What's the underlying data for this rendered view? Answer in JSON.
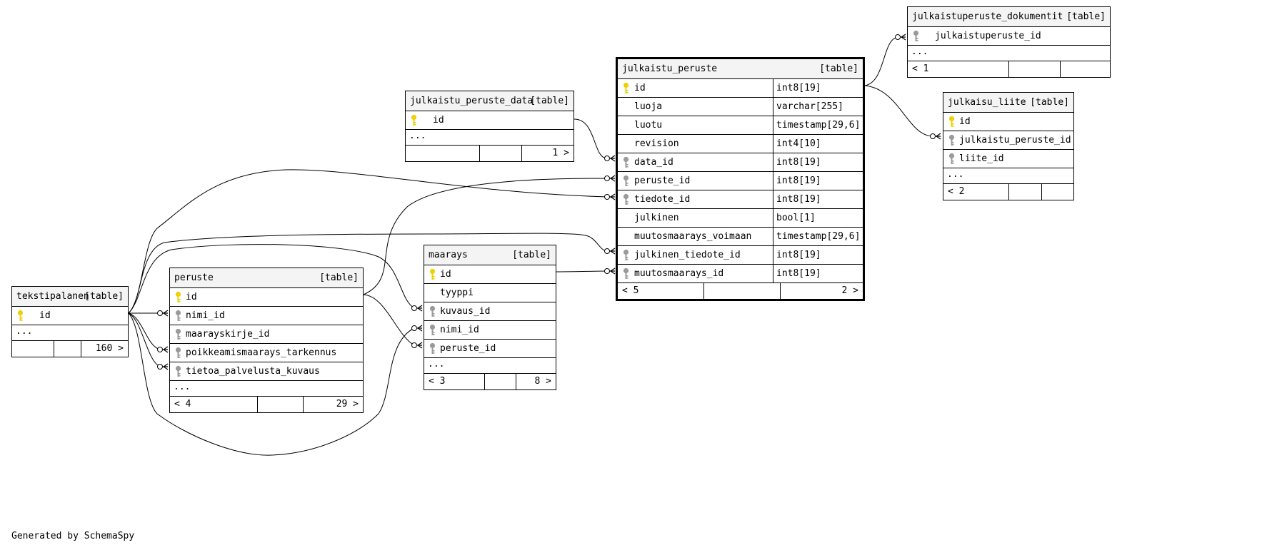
{
  "footer": "Generated by SchemaSpy",
  "colors": {
    "pk": "#f0d000",
    "fk": "#9a9a9a",
    "line": "#000000",
    "header": "#f4f4f4"
  },
  "icons": {
    "primary_key": "key-icon",
    "foreign_key": "key-icon"
  },
  "tables": {
    "tekstipalanen": {
      "name": "tekstipalanen",
      "kind": "[table]",
      "columns": [
        {
          "name": "id",
          "key": "pk"
        }
      ],
      "ellipsis": "...",
      "footer": [
        "",
        "",
        "160 >"
      ]
    },
    "peruste": {
      "name": "peruste",
      "kind": "[table]",
      "columns": [
        {
          "name": "id",
          "key": "pk"
        },
        {
          "name": "nimi_id",
          "key": "fk"
        },
        {
          "name": "maarayskirje_id",
          "key": "fk"
        },
        {
          "name": "poikkeamismaarays_tarkennus",
          "key": "fk"
        },
        {
          "name": "tietoa_palvelusta_kuvaus",
          "key": "fk"
        }
      ],
      "ellipsis": "...",
      "footer": [
        "< 4",
        "",
        "29 >"
      ]
    },
    "julkaistu_peruste_data": {
      "name": "julkaistu_peruste_data",
      "kind": "[table]",
      "columns": [
        {
          "name": "id",
          "key": "pk"
        }
      ],
      "ellipsis": "...",
      "footer": [
        "",
        "",
        "1 >"
      ]
    },
    "maarays": {
      "name": "maarays",
      "kind": "[table]",
      "columns": [
        {
          "name": "id",
          "key": "pk"
        },
        {
          "name": "tyyppi",
          "key": ""
        },
        {
          "name": "kuvaus_id",
          "key": "fk"
        },
        {
          "name": "nimi_id",
          "key": "fk"
        },
        {
          "name": "peruste_id",
          "key": "fk"
        }
      ],
      "ellipsis": "...",
      "footer": [
        "< 3",
        "",
        "8 >"
      ]
    },
    "julkaistu_peruste": {
      "name": "julkaistu_peruste",
      "kind": "[table]",
      "columns": [
        {
          "name": "id",
          "key": "pk",
          "type": "int8[19]"
        },
        {
          "name": "luoja",
          "key": "",
          "type": "varchar[255]"
        },
        {
          "name": "luotu",
          "key": "",
          "type": "timestamp[29,6]"
        },
        {
          "name": "revision",
          "key": "",
          "type": "int4[10]"
        },
        {
          "name": "data_id",
          "key": "fk",
          "type": "int8[19]"
        },
        {
          "name": "peruste_id",
          "key": "fk",
          "type": "int8[19]"
        },
        {
          "name": "tiedote_id",
          "key": "fk",
          "type": "int8[19]"
        },
        {
          "name": "julkinen",
          "key": "",
          "type": "bool[1]"
        },
        {
          "name": "muutosmaarays_voimaan",
          "key": "",
          "type": "timestamp[29,6]"
        },
        {
          "name": "julkinen_tiedote_id",
          "key": "fk",
          "type": "int8[19]"
        },
        {
          "name": "muutosmaarays_id",
          "key": "fk",
          "type": "int8[19]"
        }
      ],
      "footer": [
        "< 5",
        "",
        "2 >"
      ]
    },
    "julkaistuperuste_dokumentit": {
      "name": "julkaistuperuste_dokumentit",
      "kind": "[table]",
      "columns": [
        {
          "name": "julkaistuperuste_id",
          "key": "fk"
        }
      ],
      "ellipsis": "...",
      "footer": [
        "< 1",
        "",
        ""
      ]
    },
    "julkaisu_liite": {
      "name": "julkaisu_liite",
      "kind": "[table]",
      "columns": [
        {
          "name": "id",
          "key": "pk"
        },
        {
          "name": "julkaistu_peruste_id",
          "key": "fk"
        },
        {
          "name": "liite_id",
          "key": "fk"
        }
      ],
      "ellipsis": "...",
      "footer": [
        "< 2",
        "",
        ""
      ]
    }
  }
}
